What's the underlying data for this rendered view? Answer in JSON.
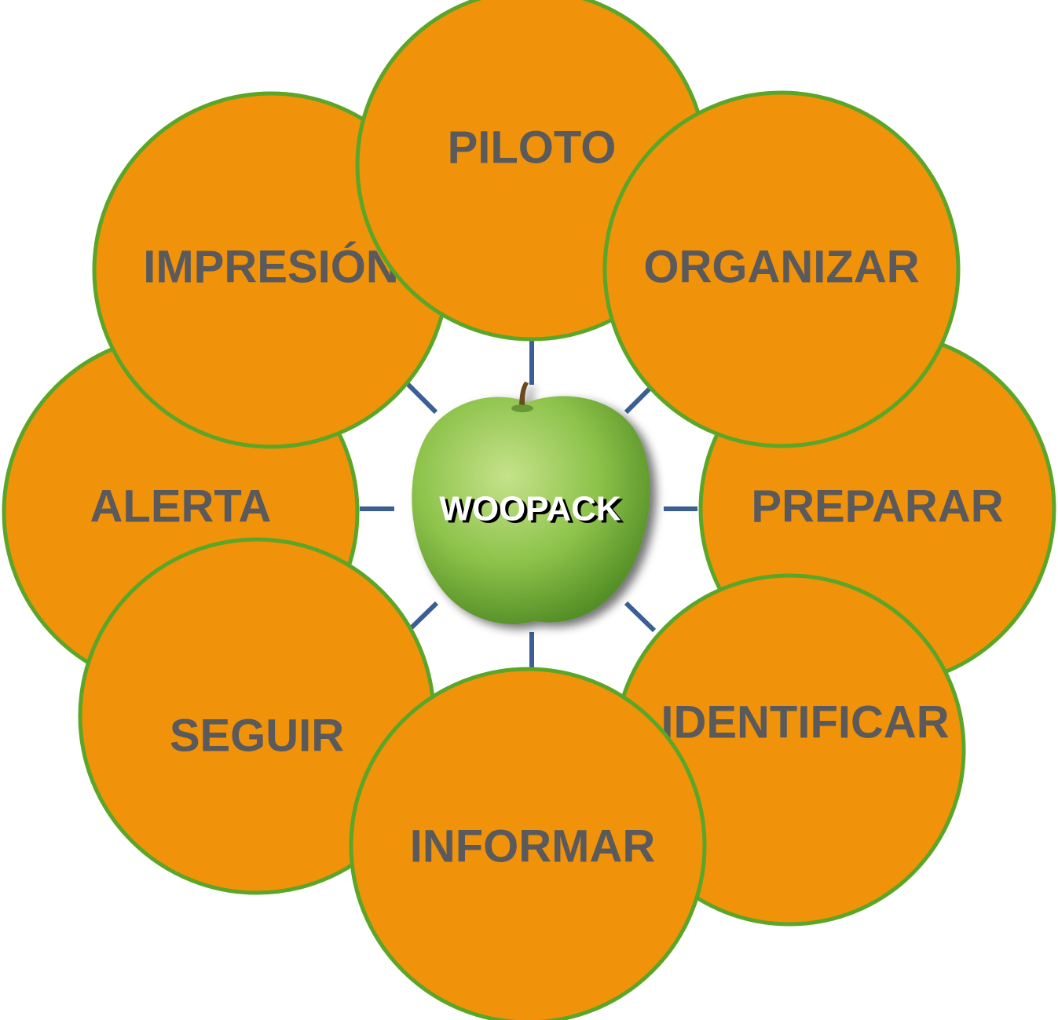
{
  "center": {
    "label": "WOOPACK",
    "icon": "green-apple-icon"
  },
  "nodes": [
    {
      "id": "alerta",
      "label": "ALERTA"
    },
    {
      "id": "seguir",
      "label": "SEGUIR"
    },
    {
      "id": "impresion",
      "label": "IMPRESIÓN"
    },
    {
      "id": "piloto",
      "label": "PILOTO"
    },
    {
      "id": "preparar",
      "label": "PREPARAR"
    },
    {
      "id": "identificar",
      "label": "IDENTIFICAR"
    },
    {
      "id": "organizar",
      "label": "ORGANIZAR"
    },
    {
      "id": "informar",
      "label": "INFORMAR"
    }
  ],
  "colors": {
    "node_fill": "#f0920a",
    "node_stroke": "#5aa628",
    "node_text": "#5a5a5c",
    "connector": "#3b5f94",
    "apple_light": "#c6e28a",
    "apple_mid": "#8cc24a",
    "apple_dark": "#4f8a23",
    "center_text": "#ffffff",
    "center_text_shadow": "#000000"
  }
}
